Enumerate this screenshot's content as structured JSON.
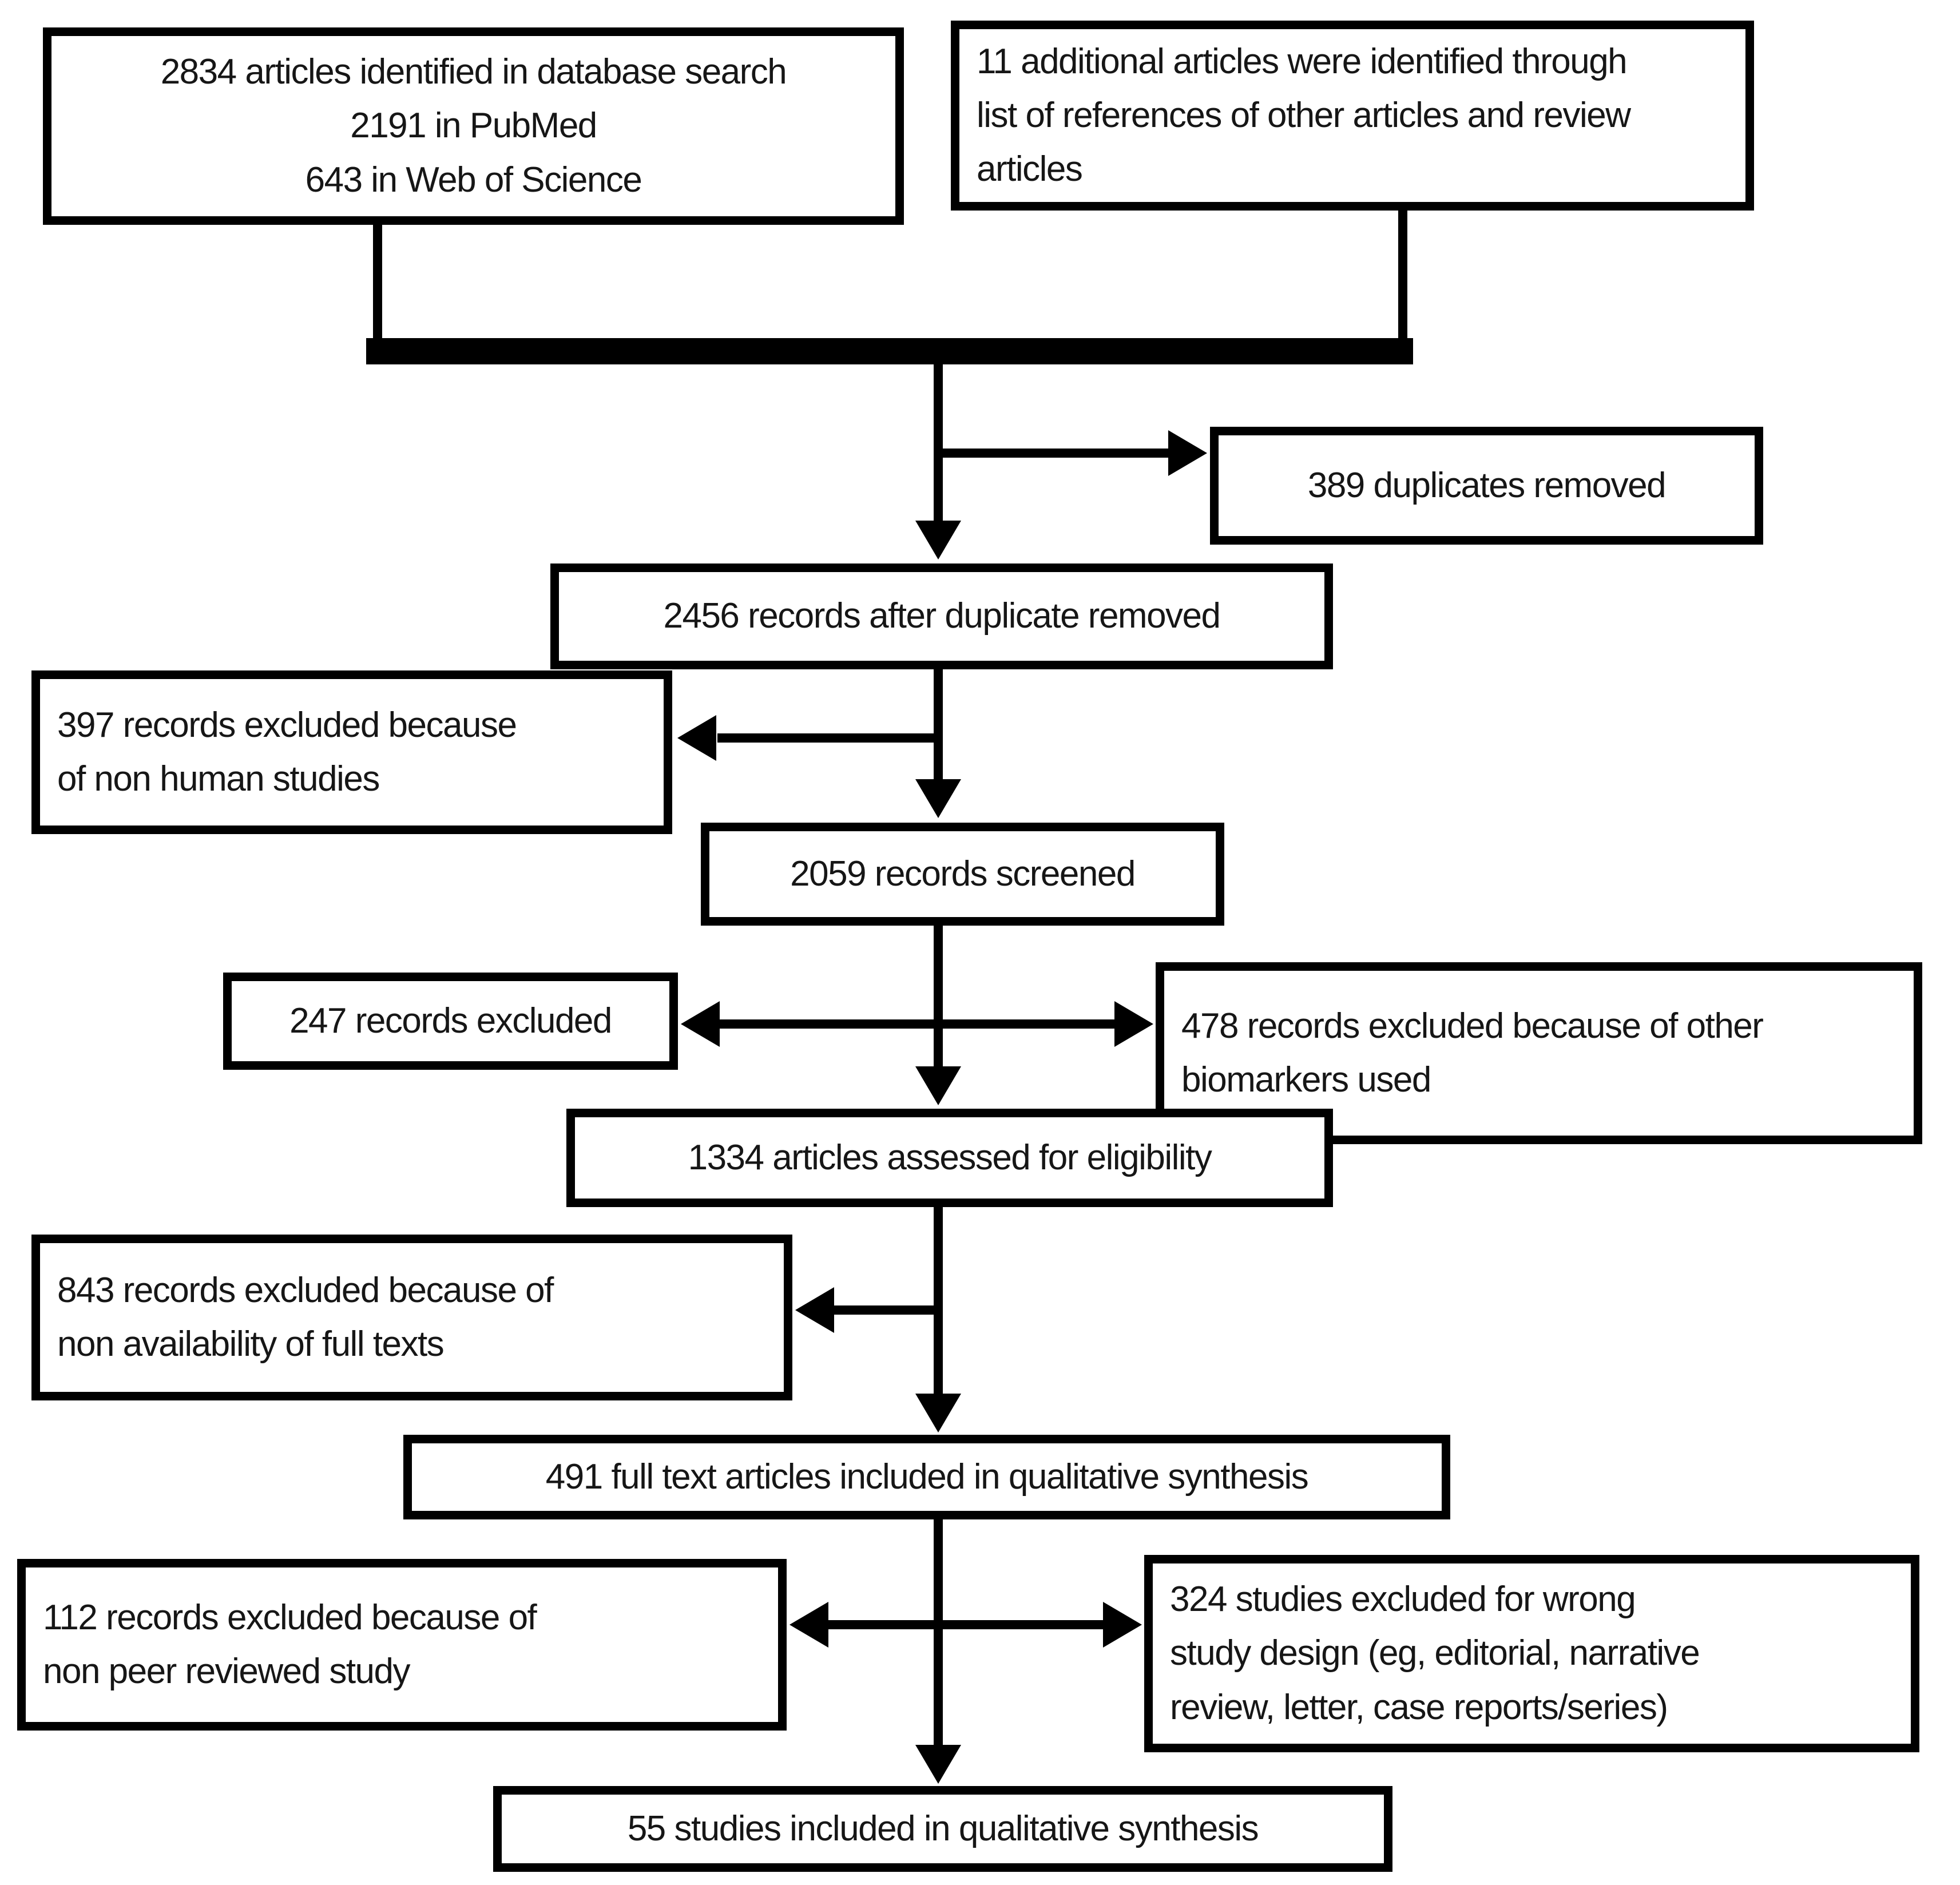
{
  "figure_type": "prisma-flow-diagram",
  "colors": {
    "box_border": "#000000",
    "box_background": "#ffffff",
    "text": "#161616",
    "arrow": "#000000",
    "page_background": "#ffffff"
  },
  "boxes": [
    {
      "id": "identified-database",
      "lines": [
        "2834 articles identified in database search",
        "2191 in PubMed",
        "643 in Web of Science"
      ]
    },
    {
      "id": "identified-references",
      "lines": [
        "11 additional articles were identified through",
        "list of references of other articles and review",
        "articles"
      ]
    },
    {
      "id": "duplicates-removed",
      "lines": [
        "389 duplicates removed"
      ]
    },
    {
      "id": "records-after-duplicates",
      "lines": [
        "2456 records after duplicate removed"
      ]
    },
    {
      "id": "excluded-non-human",
      "lines": [
        "397 records excluded because",
        "of non human studies"
      ]
    },
    {
      "id": "records-screened",
      "lines": [
        "2059 records screened"
      ]
    },
    {
      "id": "records-excluded",
      "lines": [
        "247 records excluded"
      ]
    },
    {
      "id": "excluded-other-biomarkers",
      "lines": [
        "478 records excluded because of other",
        "biomarkers used"
      ]
    },
    {
      "id": "assessed-eligibility",
      "lines": [
        "1334 articles assessed for eligibility"
      ]
    },
    {
      "id": "excluded-no-fulltext",
      "lines": [
        "843 records excluded because of",
        "non availability of full texts"
      ]
    },
    {
      "id": "fulltext-qualitative",
      "lines": [
        "491 full text articles included in qualitative synthesis"
      ]
    },
    {
      "id": "excluded-non-peer-reviewed",
      "lines": [
        "112 records excluded because of",
        "non peer reviewed study"
      ]
    },
    {
      "id": "excluded-wrong-design",
      "lines": [
        "324 studies excluded for wrong",
        "study design (eg, editorial, narrative",
        "review, letter, case reports/series)"
      ]
    },
    {
      "id": "included-qualitative",
      "lines": [
        "55 studies included in qualitative synthesis"
      ]
    }
  ]
}
